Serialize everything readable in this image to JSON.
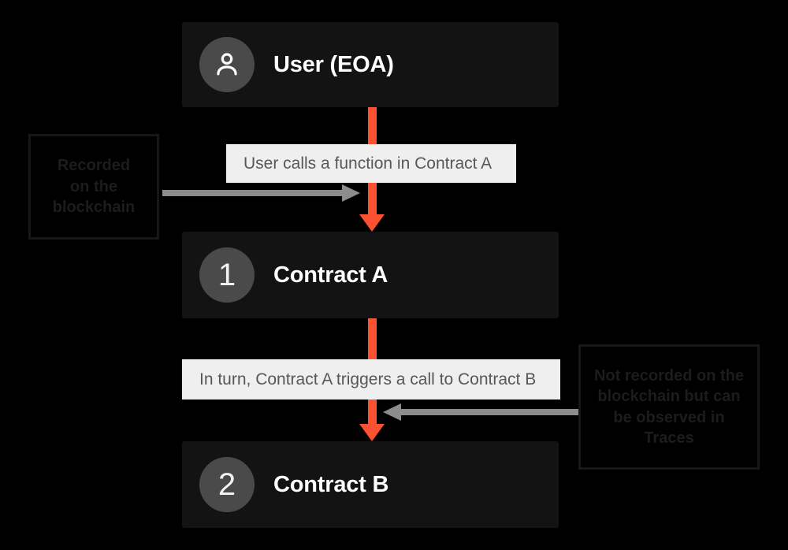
{
  "diagram": {
    "background_color": "#000000",
    "accent_color": "#fa5130",
    "node_color": "#131313",
    "badge_color": "#4a4a4a",
    "chip_color": "#efefef",
    "connector_color": "#8c8c8c"
  },
  "nodes": [
    {
      "id": "user",
      "badge_icon": "person-icon",
      "badge_text": "",
      "label": "User (EOA)"
    },
    {
      "id": "contract-a",
      "badge_icon": "",
      "badge_text": "1",
      "label": "Contract A"
    },
    {
      "id": "contract-b",
      "badge_icon": "",
      "badge_text": "2",
      "label": "Contract B"
    }
  ],
  "chips": [
    {
      "id": "chip-1",
      "text": "User calls a function in Contract A"
    },
    {
      "id": "chip-2",
      "text": "In turn, Contract A triggers a call to Contract B"
    }
  ],
  "annotations": {
    "left": {
      "full_text": "Recorded on the blockchain",
      "lines": [
        "Recorded",
        "on the",
        "blockchain"
      ]
    },
    "right": {
      "full_text": "Not recorded on the blockchain but can be observed in Traces",
      "lines": [
        "Not recorded on the",
        "blockchain but can",
        "be observed in",
        "Traces"
      ]
    }
  }
}
